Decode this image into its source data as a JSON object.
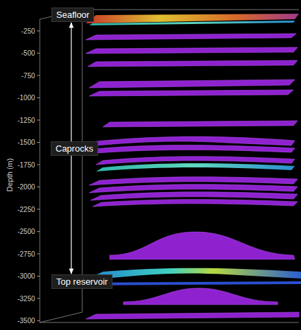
{
  "diagram": {
    "nodes": [
      {
        "text": [
          "Seafloor"
        ]
      },
      {
        "text": [
          "Top reservoir"
        ]
      }
    ],
    "edges": [
      {
        "from": 0,
        "to": 1,
        "arrow": "both",
        "label": "Caprocks"
      }
    ],
    "labels": [
      "Depth (m)",
      "-250",
      "-500",
      "-750",
      "-1000",
      "-1250",
      "-1500",
      "-1750",
      "-2000",
      "-2250",
      "-2500",
      "-2750",
      "-3000",
      "-3250",
      "-3500"
    ]
  }
}
